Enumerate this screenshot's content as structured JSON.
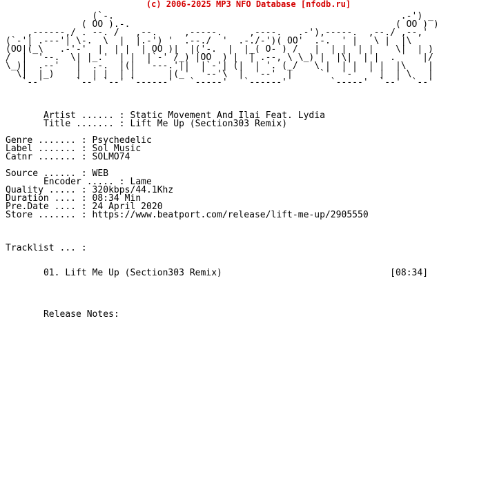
{
  "header": {
    "credit": "(c) 2006-2025 MP3 NFO Database [nfodb.ru]"
  },
  "logo": {
    "art": "                (`-.                                                     .-') _\n              ( OO ).-.                                                 ( OO ) )\n    ,------,/ . --. /   ,--.     ,-----.     ,----.   .-'),-----.  ,--./ ,--,'\n(`-'| .---'| \\-.  \\  |  |.-') '  .--./  '  .-./-')( OO'  .-.  ' |   \\ |  |\\\n(OO|(_\\   .-'-'  |  | |  | OO )|  |('-.  |  |_( O- ) /   |  | |  | |    \\|  | )\n/  |  '--.  \\| |_.'  | |  |`-' /_) |OO  ) |  | .--, \\ \\_) |  |\\|  | |  .     |/\n\\_)|  .--'   |  .-.  |(|  '---.'||  |`-'| (|  | '. (_/   \\ |  | |  | |  |\\    |\n  \\|  |_)    |  | |  | |      |(_'  '--'\\  |  '--'  |     `'  '-'  ' |  | \\   |\n   `--'      `--' `--' `------'   `-----'   `------'        `-----'  `--'  `--'"
  },
  "release": {
    "artist_line": "Artist ...... : Static Movement And Ilai Feat. Lydia",
    "title_line": "Title ....... : Lift Me Up (Section303 Remix)",
    "genre_line": "Genre ....... : Psychedelic",
    "label_line": "Label ....... : Sol Music",
    "catnr_line": "Catnr ....... : SOLMO74",
    "source_line": "Source ...... : WEB",
    "encoder_line": "Encoder ..... : Lame",
    "quality_line": "Quality ..... : 320kbps/44.1Khz",
    "duration_line": "Duration .... : 08:34 Min",
    "predate_line": "Pre.Date .... : 24 April 2020",
    "store_line": "Store ....... : https://www.beatport.com/release/lift-me-up/2905550"
  },
  "tracklist": {
    "heading": "Tracklist ... :",
    "tracks": [
      {
        "number": "01.",
        "title": "Lift Me Up (Section303 Remix)",
        "length": "[08:34]"
      }
    ]
  },
  "notes": {
    "heading": "Release Notes:"
  }
}
